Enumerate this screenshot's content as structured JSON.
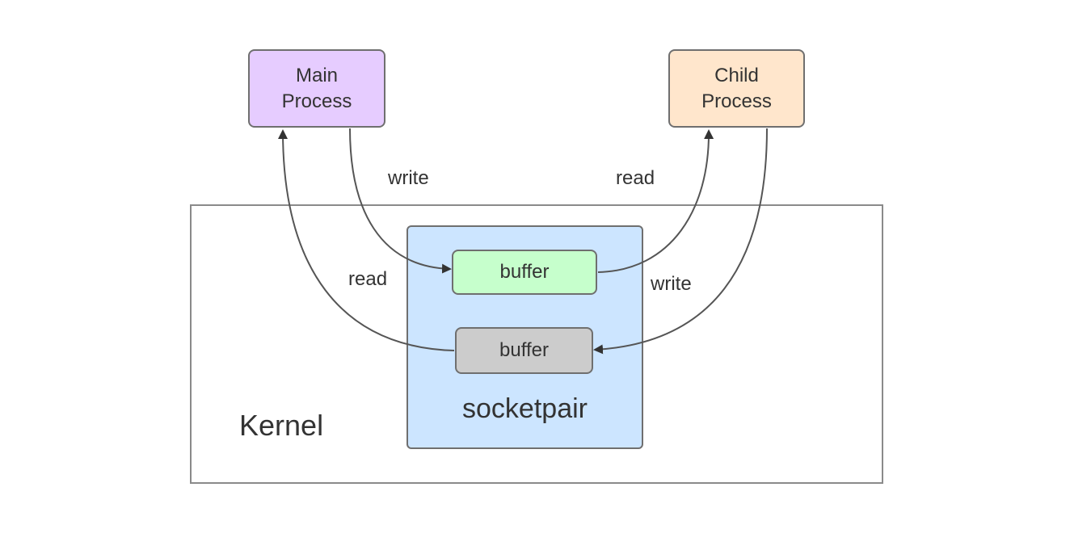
{
  "diagram": {
    "nodes": {
      "main_process": {
        "label_line1": "Main",
        "label_line2": "Process",
        "fill": "#e6ccff"
      },
      "child_process": {
        "label_line1": "Child",
        "label_line2": "Process",
        "fill": "#ffe6cc"
      },
      "kernel": {
        "label": "Kernel"
      },
      "socketpair": {
        "label": "socketpair",
        "fill": "#cce5ff"
      },
      "buffer_top": {
        "label": "buffer",
        "fill": "#c6ffcc"
      },
      "buffer_bottom": {
        "label": "buffer",
        "fill": "#cccccc"
      }
    },
    "edges": [
      {
        "from": "main_process",
        "to": "buffer_top",
        "label": "write"
      },
      {
        "from": "buffer_top",
        "to": "child_process",
        "label": "read"
      },
      {
        "from": "child_process",
        "to": "buffer_bottom",
        "label": "write"
      },
      {
        "from": "buffer_bottom",
        "to": "main_process",
        "label": "read"
      }
    ]
  }
}
